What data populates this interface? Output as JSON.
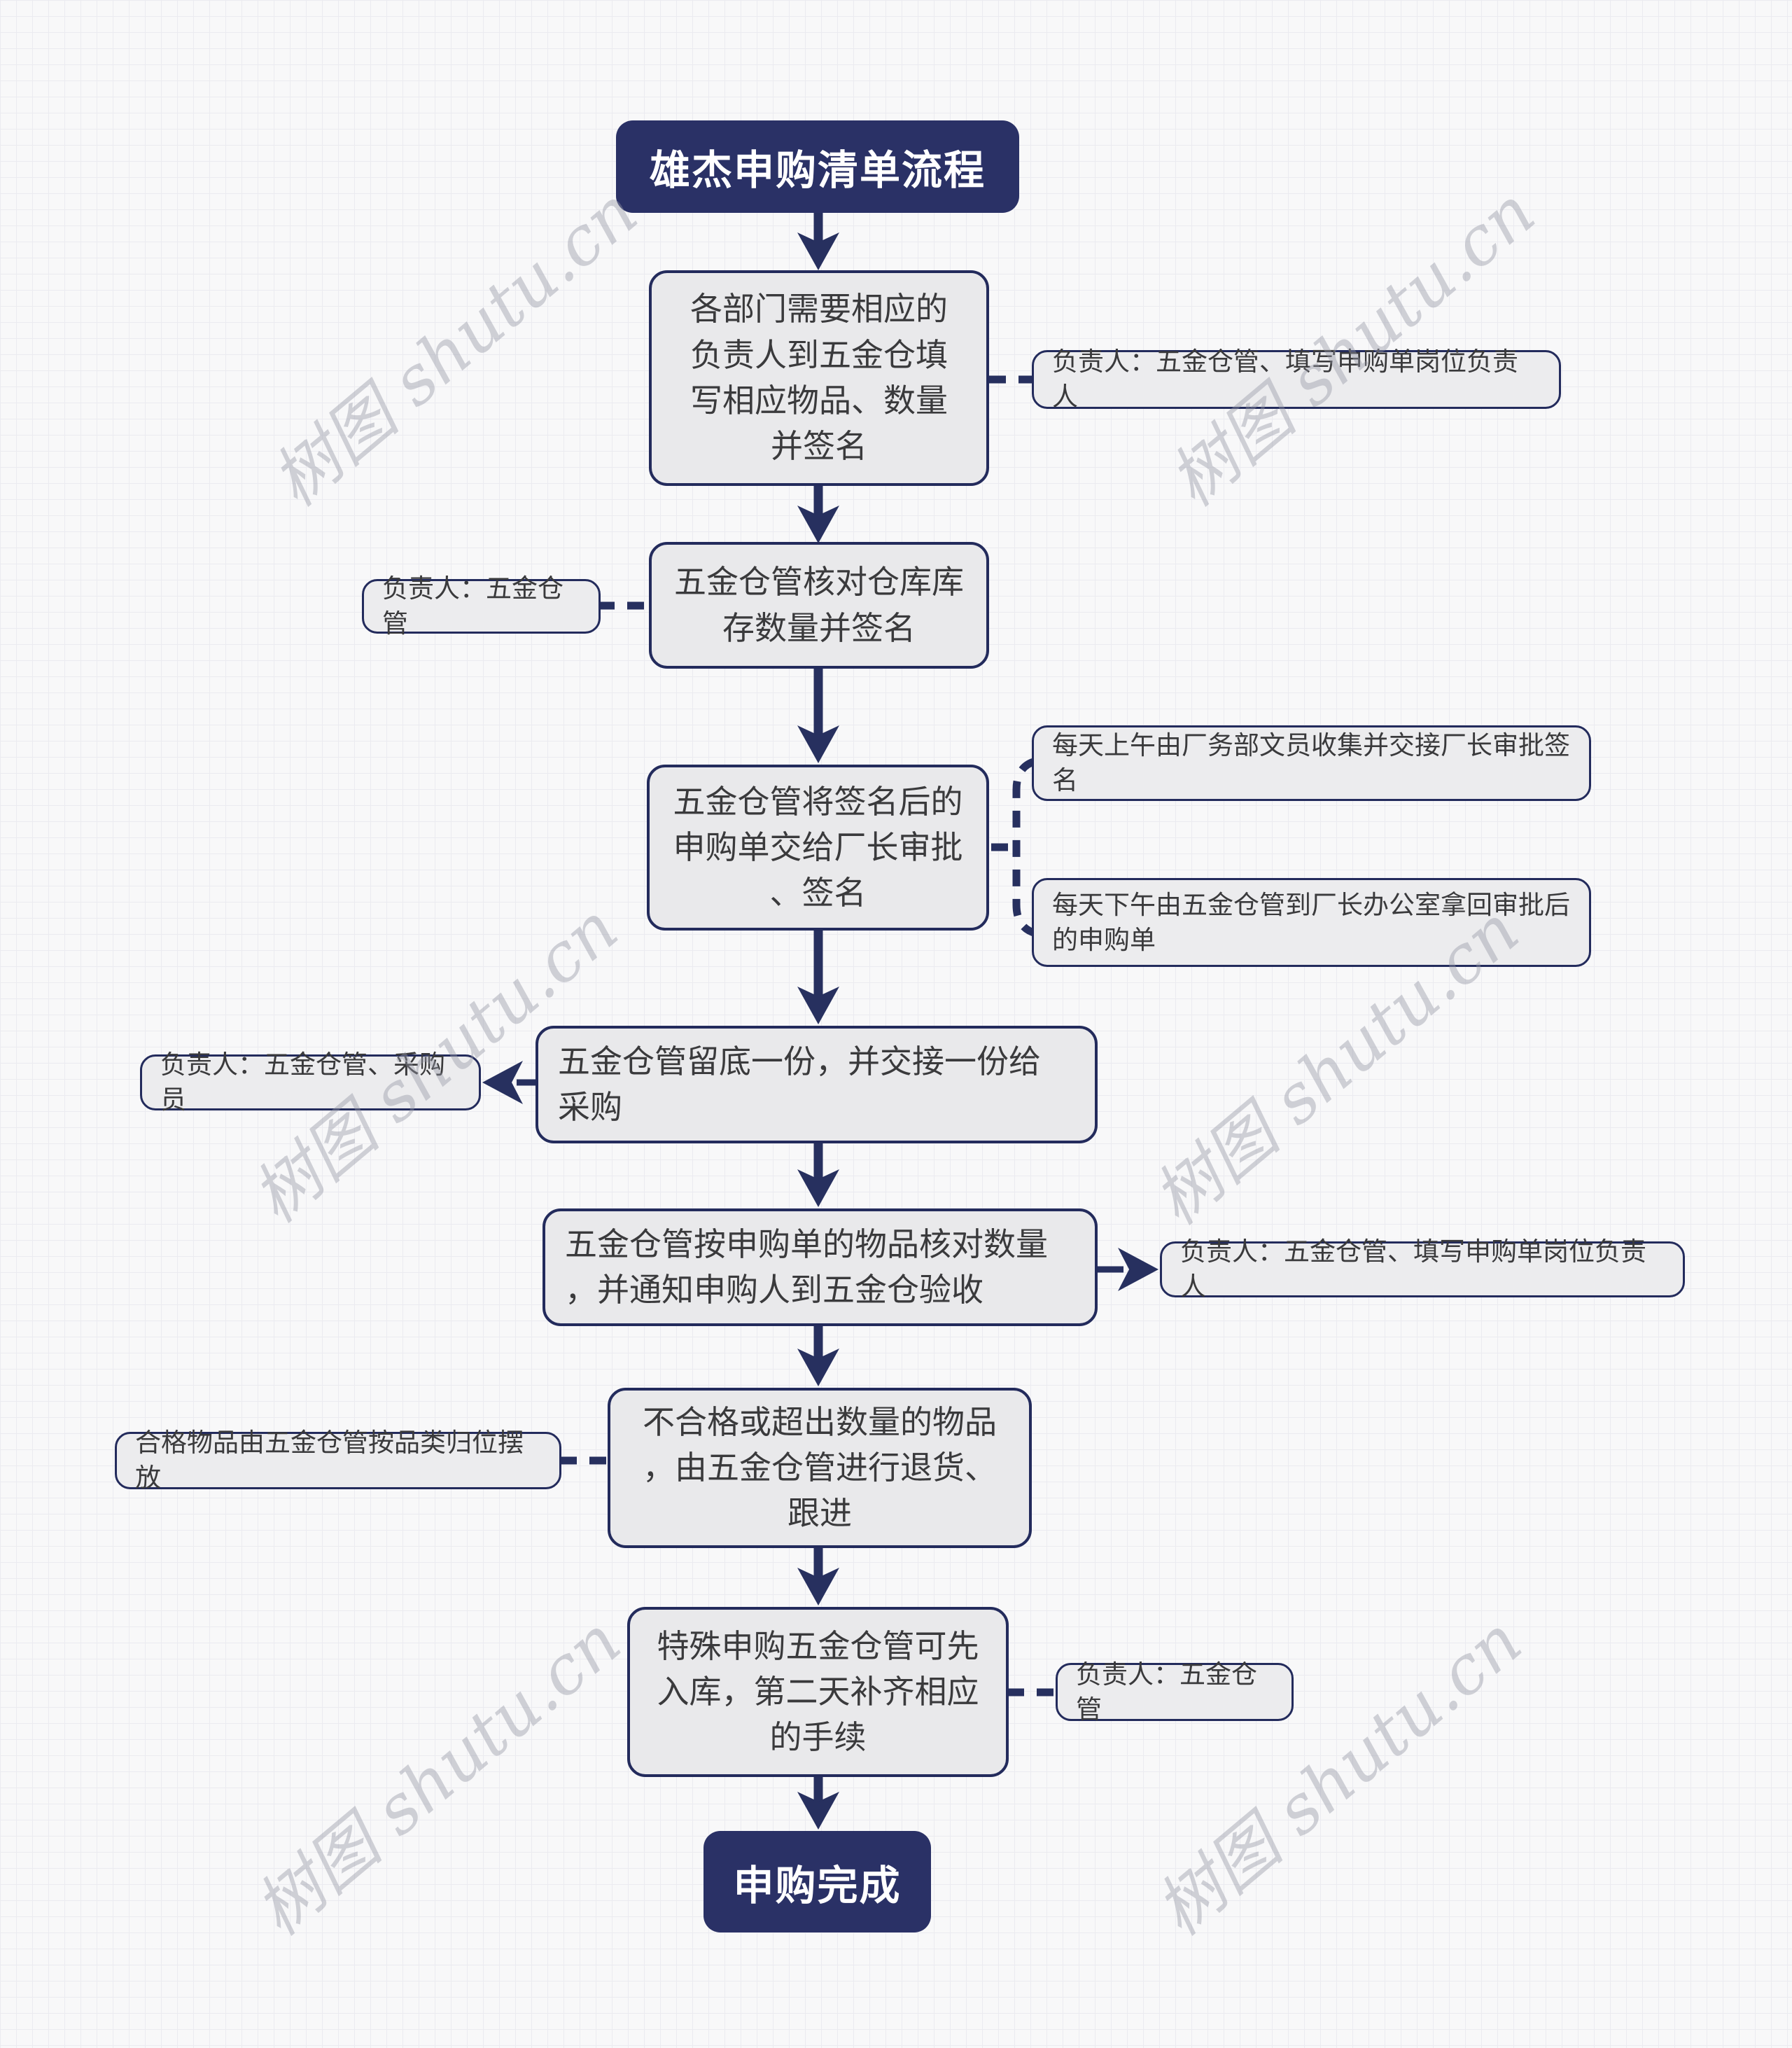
{
  "diagram": {
    "title": "雄杰申购清单流程",
    "end": "申购完成",
    "watermark": "树图 shutu.cn",
    "colors": {
      "accent_navy": "#2a3166",
      "node_border": "#232b5c",
      "node_fill": "#e9e9eb",
      "background": "#f8f8f9",
      "text": "#3a3a3c"
    },
    "steps": [
      {
        "text": "各部门需要相应的\n负责人到五金仓填\n写相应物品、数量\n并签名"
      },
      {
        "text": "五金仓管核对仓库库\n存数量并签名"
      },
      {
        "text": "五金仓管将签名后的\n申购单交给厂长审批\n、签名"
      },
      {
        "text": "五金仓管留底一份，并交接一份给\n采购"
      },
      {
        "text": "五金仓管按申购单的物品核对数量\n，并通知申购人到五金仓验收"
      },
      {
        "text": "不合格或超出数量的物品\n，由五金仓管进行退货、\n跟进"
      },
      {
        "text": "特殊申购五金仓管可先\n入库，第二天补齐相应\n的手续"
      }
    ],
    "annotations": [
      {
        "side": "right",
        "text": "负责人：五金仓管、填写申购单岗位负责人"
      },
      {
        "side": "left",
        "text": "负责人：五金仓管"
      },
      {
        "side": "right",
        "text": "每天上午由厂务部文员收集并交接厂长审批签\n名"
      },
      {
        "side": "right",
        "text": "每天下午由五金仓管到厂长办公室拿回审批后\n的申购单"
      },
      {
        "side": "left",
        "text": "负责人：五金仓管、采购员"
      },
      {
        "side": "right",
        "text": "负责人：五金仓管、填写申购单岗位负责人"
      },
      {
        "side": "left",
        "text": "合格物品由五金仓管按品类归位摆放"
      },
      {
        "side": "right",
        "text": "负责人：五金仓管"
      }
    ]
  }
}
